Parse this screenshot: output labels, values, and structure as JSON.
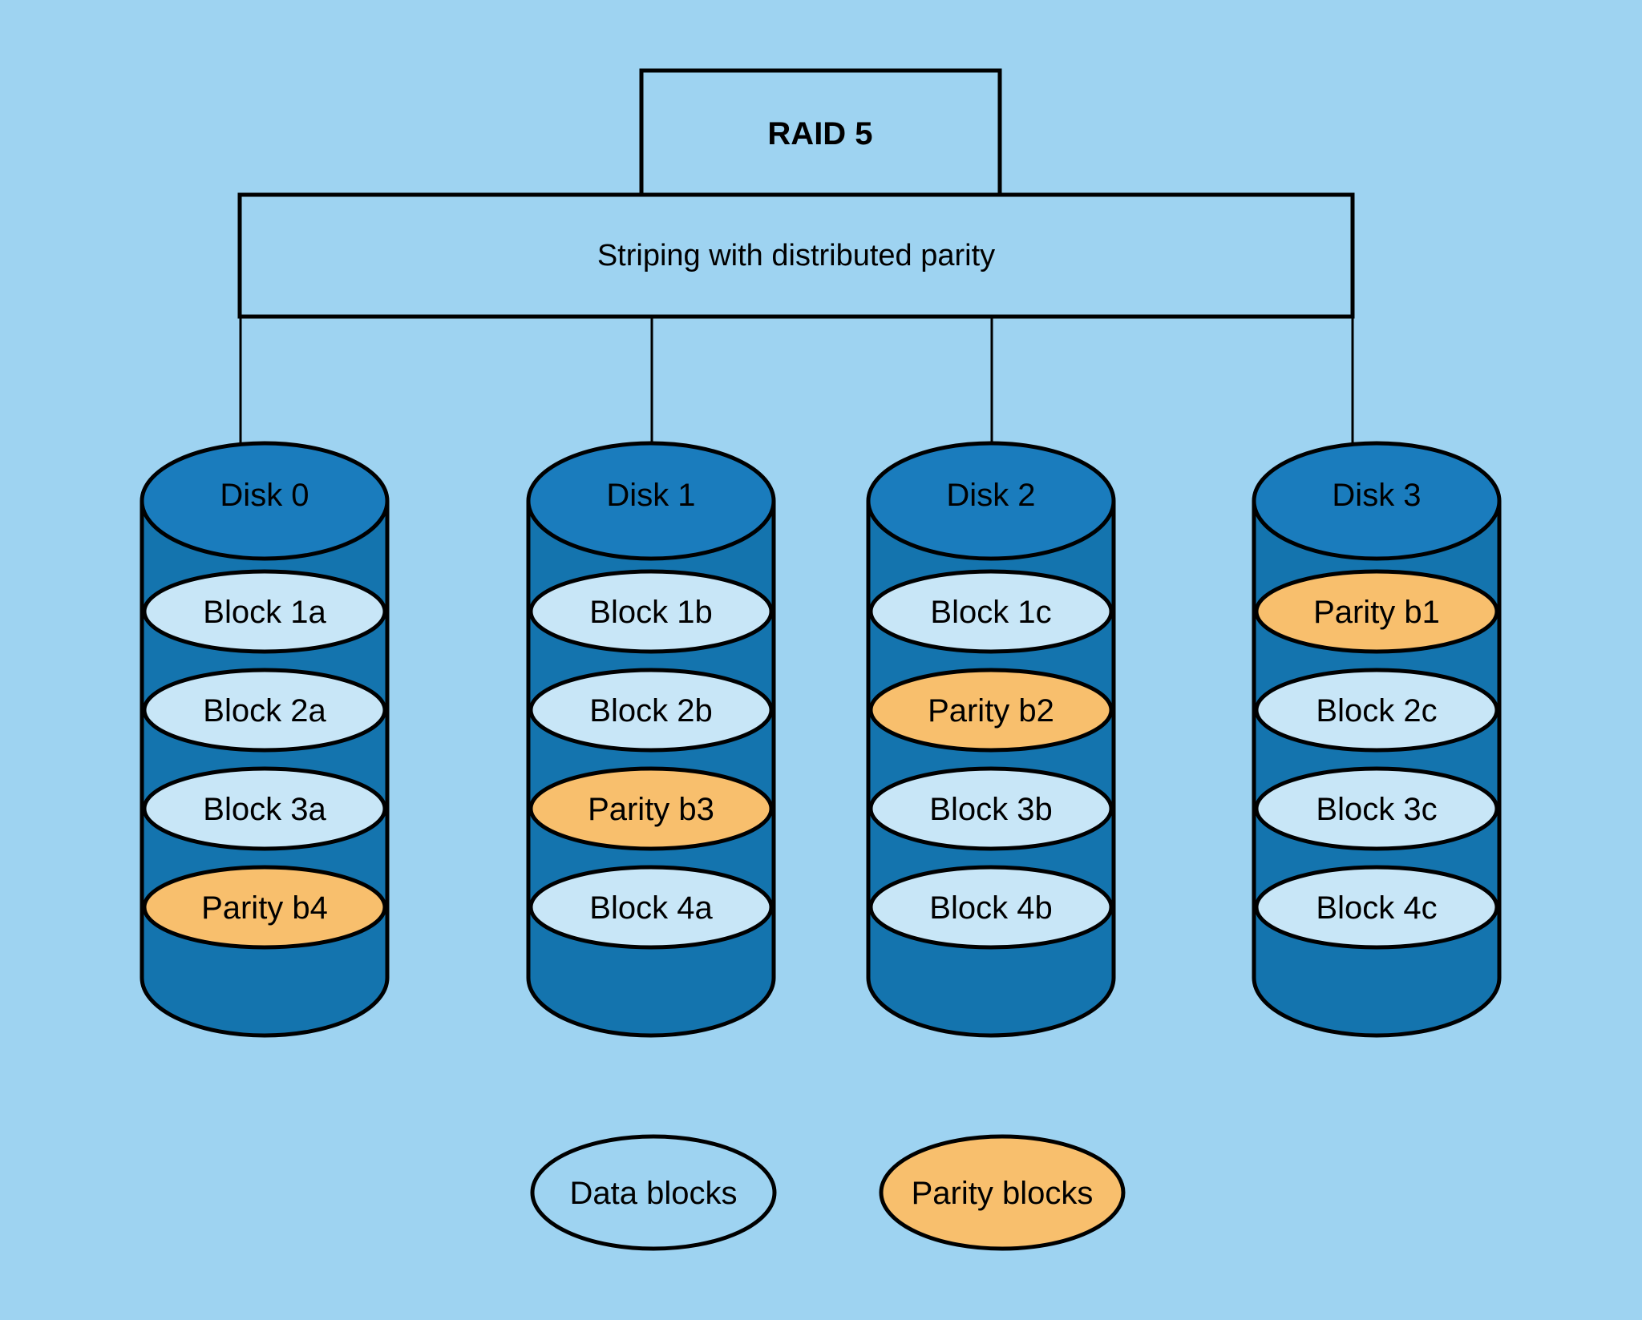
{
  "diagram_title": "RAID 5",
  "subtitle": "Striping with distributed parity",
  "colors": {
    "background": "#9ED3F1",
    "outline": "#000000",
    "disk_body": "#1474AE",
    "disk_top": "#1A7CBD",
    "data_block_fill": "#C8E6F7",
    "parity_block_fill": "#F8BF6D",
    "disk_label_text": "#D6EAF6",
    "block_label_text": "#000000"
  },
  "disks": [
    {
      "label": "Disk 0",
      "blocks": [
        {
          "label": "Block 1a",
          "type": "data"
        },
        {
          "label": "Block 2a",
          "type": "data"
        },
        {
          "label": "Block 3a",
          "type": "data"
        },
        {
          "label": "Parity b4",
          "type": "parity"
        }
      ]
    },
    {
      "label": "Disk 1",
      "blocks": [
        {
          "label": "Block 1b",
          "type": "data"
        },
        {
          "label": "Block 2b",
          "type": "data"
        },
        {
          "label": "Parity b3",
          "type": "parity"
        },
        {
          "label": "Block 4a",
          "type": "data"
        }
      ]
    },
    {
      "label": "Disk 2",
      "blocks": [
        {
          "label": "Block 1c",
          "type": "data"
        },
        {
          "label": "Parity b2",
          "type": "parity"
        },
        {
          "label": "Block 3b",
          "type": "data"
        },
        {
          "label": "Block 4b",
          "type": "data"
        }
      ]
    },
    {
      "label": "Disk 3",
      "blocks": [
        {
          "label": "Parity b1",
          "type": "parity"
        },
        {
          "label": "Block 2c",
          "type": "data"
        },
        {
          "label": "Block 3c",
          "type": "data"
        },
        {
          "label": "Block 4c",
          "type": "data"
        }
      ]
    }
  ],
  "legend": [
    {
      "label": "Data blocks",
      "type": "data"
    },
    {
      "label": "Parity blocks",
      "type": "parity"
    }
  ]
}
